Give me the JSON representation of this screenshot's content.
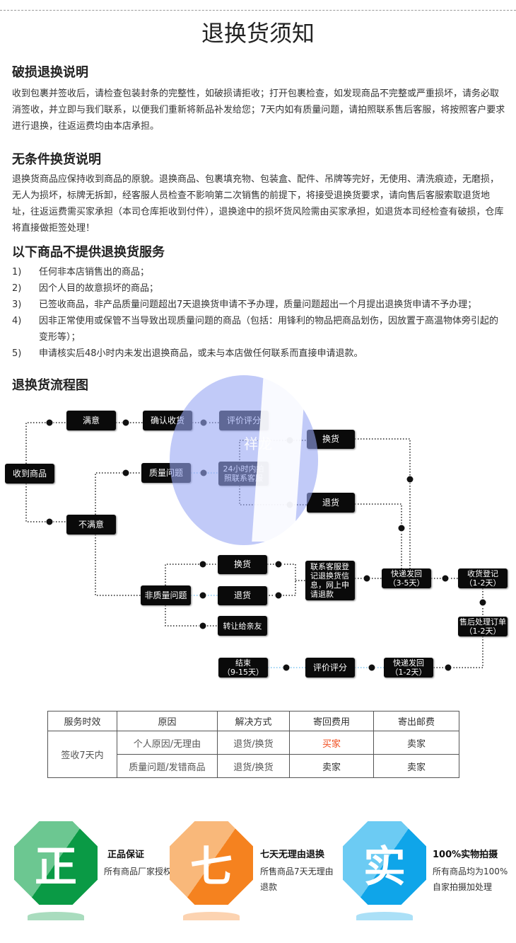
{
  "title": "退换货须知",
  "sections": {
    "damage": {
      "heading": "破损退换说明",
      "body": "收到包裹并签收后，请检查包装封条的完整性，如破损请拒收；打开包裹检查，如发现商品不完整或严重损坏，请务必取消签收，并立即与我们联系，以便我们重新将新品补发给您；7天内如有质量问题，请拍照联系售后客服，将按照客户要求进行退换，往返运费均由本店承担。"
    },
    "unconditional": {
      "heading": "无条件换货说明",
      "body": "退换货商品应保持收到商品的原貌。退换商品、包裹填充物、包装盒、配件、吊牌等完好，无使用、清洗痕迹，无磨损，无人为损坏，标牌无拆卸，经客服人员检查不影响第二次销售的前提下，将接受退换货要求，请向售后客服索取退货地址，往返运费需买家承担（本司仓库拒收到付件），退换途中的损坏货风险需由买家承担，如退货本司经检查有破损，仓库将直接做拒签处理！"
    },
    "excluded": {
      "heading": "以下商品不提供退换货服务",
      "items": [
        {
          "n": "1)",
          "text": "任何非本店销售出的商品；"
        },
        {
          "n": "2)",
          "text": "因个人目的故意损坏的商品；"
        },
        {
          "n": "3)",
          "text": "已签收商品，非产品质量问题超出7天退换货申请不予办理，质量问题超出一个月提出退换货申请不予办理；"
        },
        {
          "n": "4)",
          "text": "因非正常使用或保管不当导致出现质量问题的商品（包括：用锋利的物品把商品划伤，因放置于高温物体旁引起的变形等）；"
        },
        {
          "n": "5)",
          "text": "申请核实后48小时内未发出退换商品，或未与本店做任何联系而直接申请退款。"
        }
      ]
    },
    "flow_heading": "退换货流程图"
  },
  "flow": {
    "received": "收到商品",
    "satisfied": "满意",
    "confirm": "确认收货",
    "rate1": "评价评分",
    "exchange1": "换货",
    "quality": "质量问题",
    "contact24": "24小时内拍\n照联系客服",
    "return1": "退货",
    "unsatisfied": "不满意",
    "exchange2": "换货",
    "nonquality": "非质量问题",
    "return2": "退货",
    "transfer": "转让给亲友",
    "register": "联系客服登\n记退换货信\n息，网上申\n请退款",
    "ship1": "快递发回\n（3-5天）",
    "receive_reg": "收货登记\n（1-2天）",
    "aftersale": "售后处理订单\n（1-2天）",
    "ship2": "快递发回\n（1-2天）",
    "rate2": "评价评分",
    "end": "结束\n（9-15天）",
    "watermark": "祥龙"
  },
  "table": {
    "headers": [
      "服务时效",
      "原因",
      "解决方式",
      "寄回费用",
      "寄出邮费"
    ],
    "period": "签收7天内",
    "rows": [
      [
        "个人原因/无理由",
        "退货/换货",
        "买家",
        "卖家"
      ],
      [
        "质量问题/发错商品",
        "退货/换货",
        "卖家",
        "卖家"
      ]
    ]
  },
  "badges": [
    {
      "glyph": "正",
      "title": "正品保证",
      "desc": "所有商品厂家授权",
      "color": "#0a9a45",
      "light": "#6cc791"
    },
    {
      "glyph": "七",
      "title": "七天无理由退换",
      "desc": "所售商品7天无理由退款",
      "color": "#f5821f",
      "light": "#f9b87a"
    },
    {
      "glyph": "实",
      "title": "100%实物拍摄",
      "desc": "所有商品均为100%自家拍摄加处理",
      "color": "#0fa5e9",
      "light": "#6ccbf3"
    }
  ],
  "colors": {
    "accent_red": "#f04b1c"
  }
}
